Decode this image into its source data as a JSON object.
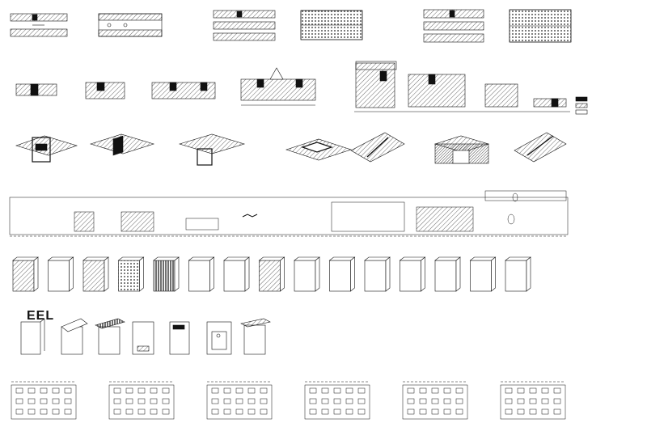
{
  "sheet": {
    "background": "#ffffff",
    "ink": "#111111",
    "hatch": "#444444"
  },
  "signage": {
    "lettering": "EEL"
  },
  "rows": [
    "strip-plan-diagrams",
    "block-sections",
    "axonometric-volumes",
    "long-section-elevation",
    "facade-panel-types",
    "canopy-and-sign-types",
    "furniture-layout-plans"
  ]
}
